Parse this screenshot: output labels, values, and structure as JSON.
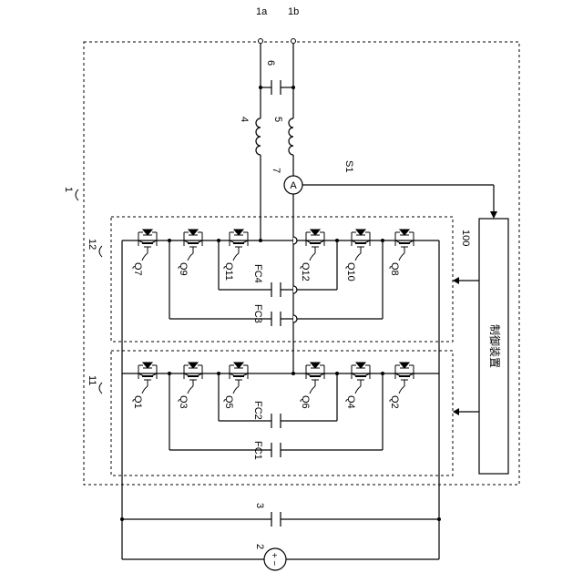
{
  "terminals": {
    "t1a": "1a",
    "t1b": "1b"
  },
  "refs": {
    "system": "1",
    "stage11": "11",
    "stage12": "12",
    "source": "2",
    "capacitor3": "3",
    "inductor4": "4",
    "inductor5": "5",
    "capacitor6": "6",
    "ammeter": "7",
    "controller_ref": "100",
    "signal": "S1"
  },
  "ammeter_symbol": "A",
  "source_symbol": "+ −",
  "controller_label": "制御装置",
  "capacitor_labels": {
    "fc1": "FC1",
    "fc2": "FC2",
    "fc3": "FC3",
    "fc4": "FC4"
  },
  "switches_lower": [
    "Q1",
    "Q3",
    "Q5",
    "Q6",
    "Q4",
    "Q2"
  ],
  "switches_upper": [
    "Q7",
    "Q9",
    "Q11",
    "Q12",
    "Q10",
    "Q8"
  ]
}
